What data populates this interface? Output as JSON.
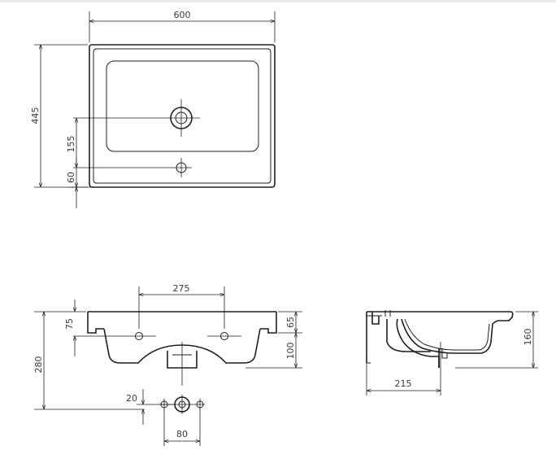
{
  "top_view": {
    "width_label": "600",
    "height_label": "445",
    "tap_hole_label": "155",
    "overflow_label": "60"
  },
  "front_view": {
    "holes_spacing_label": "275",
    "holes_height_label": "75",
    "overall_height_label": "280",
    "rim_depth_label": "65",
    "bowl_depth_label": "100",
    "drain_offset_label": "20",
    "drain_spacing_label": "80"
  },
  "side_view": {
    "height_label": "160",
    "drain_distance_label": "215"
  }
}
